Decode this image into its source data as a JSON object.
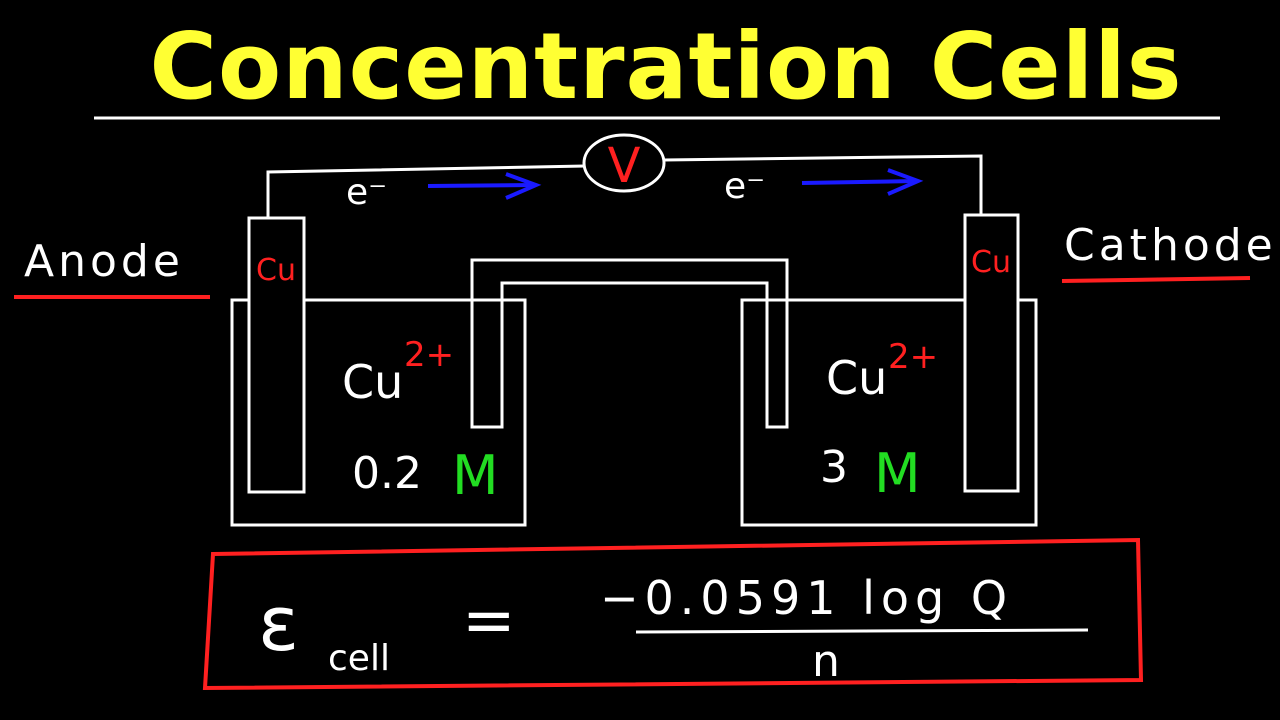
{
  "title": "Concentration Cells",
  "voltmeter": {
    "symbol": "V"
  },
  "electron_labels": {
    "left": "e⁻",
    "right": "e⁻"
  },
  "anode": {
    "label": "Anode",
    "electrode": "Cu",
    "ion_base": "Cu",
    "ion_charge": "2+",
    "conc_value": "0.2",
    "conc_unit": "M"
  },
  "cathode": {
    "label": "Cathode",
    "electrode": "Cu",
    "ion_base": "Cu",
    "ion_charge": "2+",
    "conc_value": "3",
    "conc_unit": "M"
  },
  "equation": {
    "symbol": "ε",
    "subscript": "cell",
    "equals": "=",
    "numerator": "−0.0591 log Q",
    "denominator": "n"
  },
  "colors": {
    "title": "#ffff33",
    "lines": "#ffffff",
    "accent": "#ff2020",
    "arrow": "#1a1aff",
    "unit": "#22dd22",
    "background": "#000000"
  }
}
